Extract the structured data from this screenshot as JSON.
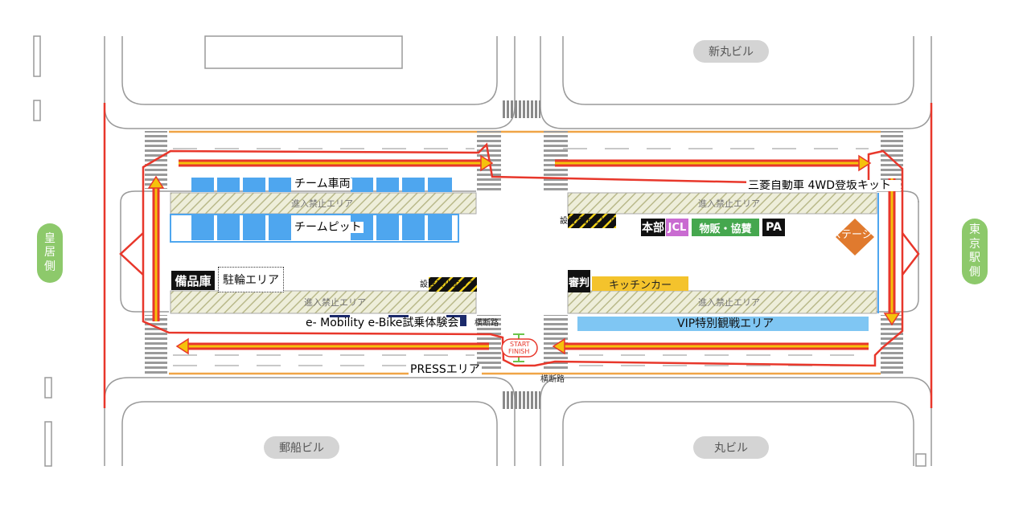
{
  "buildings": {
    "top_right": "新丸ビル",
    "bottom_left": "郵船ビル",
    "bottom_right": "丸ビル"
  },
  "sides": {
    "left": [
      "皇",
      "居",
      "側"
    ],
    "right": [
      "東",
      "京",
      "駅",
      "側"
    ]
  },
  "areas": {
    "team_vehicle": "チーム車両",
    "no_entry_tl": "進入禁止エリア",
    "team_pit": "チームピット",
    "equipment": "備品庫",
    "bike_parking": "駐輪エリア",
    "no_entry_bl": "進入禁止エリア",
    "install_ban_upper": "設置禁止エリア",
    "install_ban_lower": "設置禁止エリア",
    "e_mobility": "e- Mobility e-Bike試乗体験会",
    "crossing_left": "横断路",
    "crossing_center": "横断路",
    "press": "PRESSエリア",
    "start": "START",
    "finish": "FINISH",
    "mitsubishi": "三菱自動車 4WD登坂キット",
    "no_entry_tr": "進入禁止エリア",
    "hq": "本部",
    "jcl": "JCL",
    "sales": "物販・協賛",
    "pa": "PA",
    "stage": "ステージ",
    "judge": "審判",
    "kitchen": "キッチンカー",
    "no_entry_br": "進入禁止エリア",
    "vip": "VIP特別観戦エリア"
  },
  "colors": {
    "course": "#e8372b",
    "arrow": "#f5c20c",
    "road_edge": "#f0a446",
    "pit_blue": "#4ea6ef",
    "vip": "#7fc6f3",
    "kitchen": "#f4c32c",
    "jcl": "#c96bd1",
    "sales": "#45a74e",
    "stage": "#e07a2e",
    "side_label": "#8dc96b",
    "building_label": "#d4d4d4"
  }
}
